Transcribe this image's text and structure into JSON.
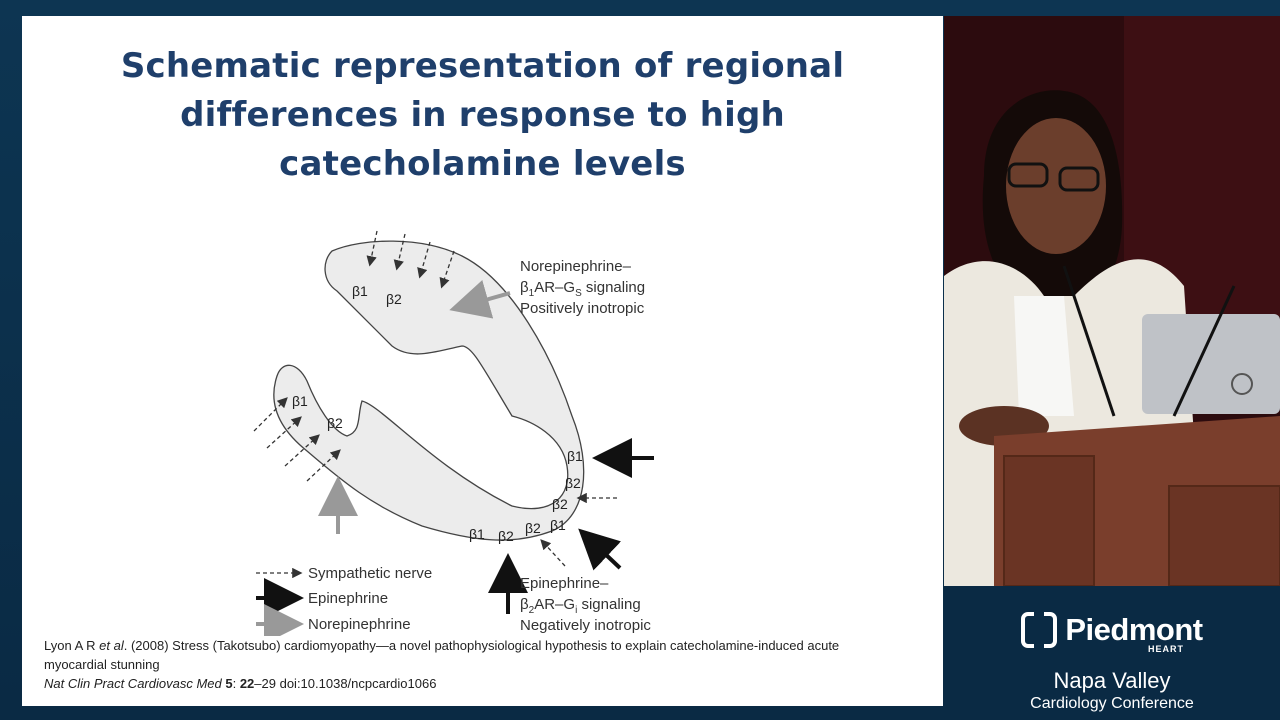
{
  "slide": {
    "title_lines": [
      "Schematic representation of regional",
      "differences in response to high",
      "catecholamine levels"
    ],
    "figure": {
      "labels": {
        "beta1": "β1",
        "beta2": "β2"
      },
      "top_annotation": {
        "line1": "Norepinephrine–",
        "line2_prefix": "β",
        "line2_sub": "1",
        "line2_mid": "AR–G",
        "line2_sub2": "S",
        "line2_suffix": " signaling",
        "line3": "Positively inotropic"
      },
      "bottom_annotation": {
        "line1": "Epinephrine–",
        "line2_prefix": "β",
        "line2_sub": "2",
        "line2_mid": "AR–G",
        "line2_sub2": "i",
        "line2_suffix": " signaling",
        "line3": "Negatively inotropic"
      },
      "legend": [
        {
          "label": "Sympathetic nerve",
          "style": "dashed"
        },
        {
          "label": "Epinephrine",
          "style": "black"
        },
        {
          "label": "Norepinephrine",
          "style": "gray"
        }
      ]
    },
    "citation": {
      "line1_pre": "Lyon A R ",
      "line1_etal": "et al",
      "line1_post": ". (2008) Stress (Takotsubo) cardiomyopathy—a novel pathophysiological hypothesis to explain catecholamine-induced acute",
      "line2": "myocardial stunning",
      "journal": "Nat Clin Pract Cardiovasc Med",
      "volume": "5",
      "issue_sep": ": ",
      "pages_start": "22",
      "pages_rest": "–29 doi:10.1038/ncpcardio1066"
    }
  },
  "branding": {
    "logo": "Piedmont",
    "logo_sub": "HEART",
    "conference_line1": "Napa Valley",
    "conference_line2": "Cardiology Conference"
  },
  "colors": {
    "title": "#1f3f6b",
    "background": "#0a2a44",
    "heart_fill": "#ececec"
  }
}
